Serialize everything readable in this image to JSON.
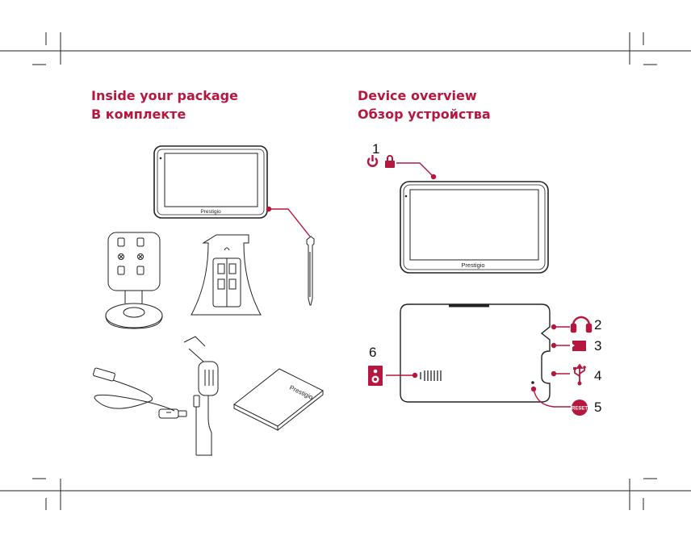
{
  "left_section": {
    "heading_en": "Inside your package",
    "heading_ru": "В комплекте"
  },
  "right_section": {
    "heading_en": "Device overview",
    "heading_ru": "Обзор устройства"
  },
  "device": {
    "brand": "Prestigio"
  },
  "callouts": [
    {
      "number": "1",
      "icons": [
        "power-icon",
        "lock-icon"
      ]
    },
    {
      "number": "2",
      "icons": [
        "headphones-icon"
      ]
    },
    {
      "number": "3",
      "icons": [
        "microsd-card-icon"
      ]
    },
    {
      "number": "4",
      "icons": [
        "usb-icon"
      ]
    },
    {
      "number": "5",
      "icons": [
        "reset-button-icon"
      ],
      "label": "RESET"
    },
    {
      "number": "6",
      "icons": [
        "speaker-icon"
      ]
    }
  ],
  "colors": {
    "accent": "#b5173f",
    "line": "#222222"
  }
}
